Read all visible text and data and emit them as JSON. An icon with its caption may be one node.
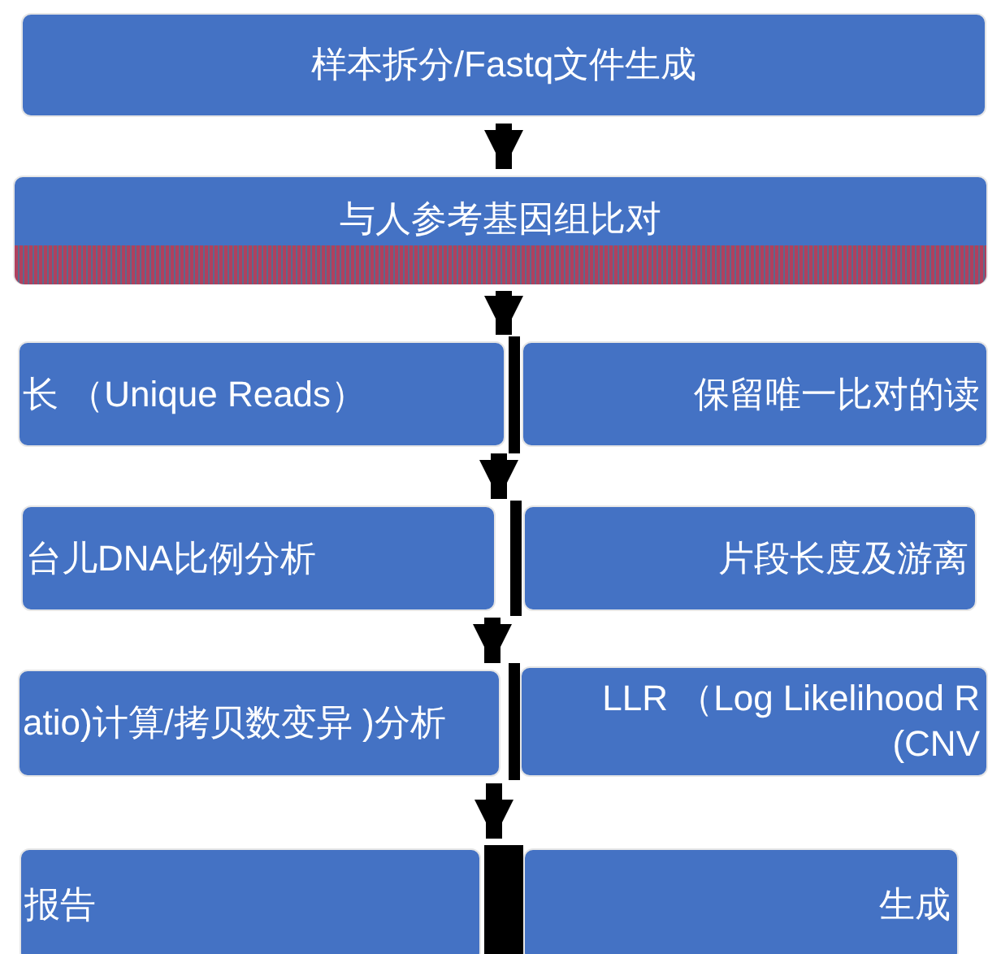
{
  "diagram": {
    "nodes": [
      {
        "text": [
          "样本拆分/Fastq文件生成"
        ]
      },
      {
        "text": [
          "与人参考基因组比对"
        ]
      },
      {
        "text": [
          "长 （Unique Reads）"
        ]
      },
      {
        "text": [
          "保留唯一比对的读"
        ]
      },
      {
        "text": [
          "台儿DNA比例分析"
        ]
      },
      {
        "text": [
          "片段长度及游离"
        ]
      },
      {
        "text": [
          "atio)计算/拷贝数变异 )分析"
        ]
      },
      {
        "text": [
          "LLR （Log Likelihood R (CNV"
        ]
      },
      {
        "text": [
          "报告"
        ]
      },
      {
        "text": [
          "生成"
        ]
      }
    ],
    "edges": [
      {
        "from": 0,
        "to": 1,
        "arrow": "to"
      },
      {
        "from": 1,
        "to": 2,
        "arrow": "to"
      },
      {
        "from": 2,
        "to": 4,
        "arrow": "to"
      },
      {
        "from": 4,
        "to": 6,
        "arrow": "to"
      },
      {
        "from": 6,
        "to": 8,
        "arrow": "to"
      }
    ]
  }
}
